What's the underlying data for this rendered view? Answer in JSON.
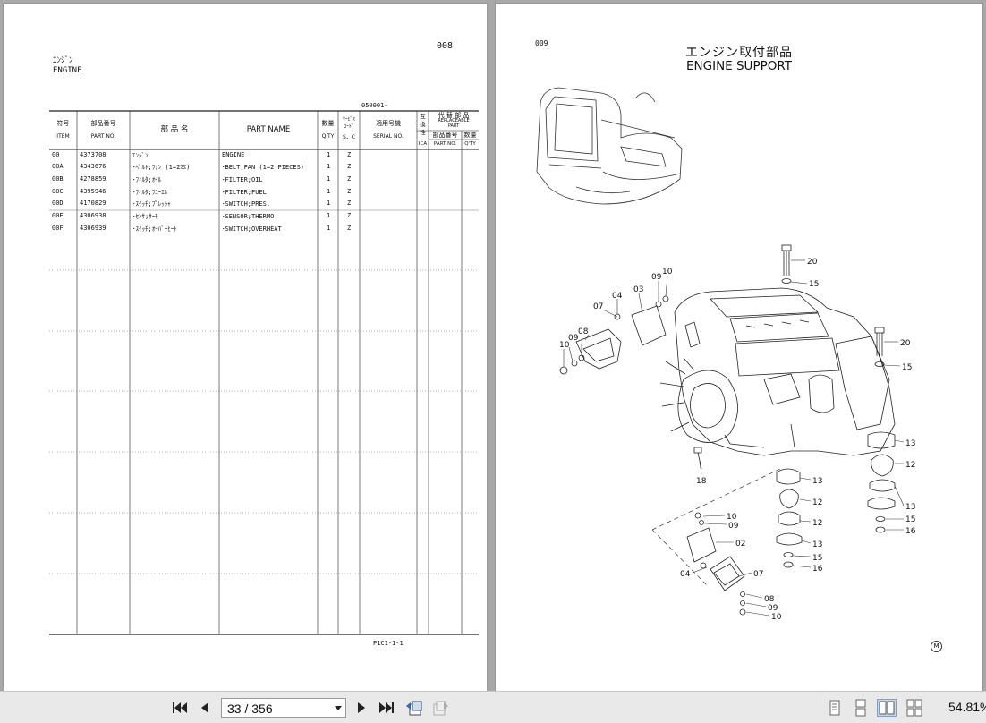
{
  "left_page": {
    "page_code": "008",
    "title_jp": "ｴﾝｼﾞﾝ",
    "title_en": "ENGINE",
    "serial_start": "050001-",
    "footer_code": "P1C1-1-1",
    "headers": {
      "item_jp": "符号",
      "item_en": "ITEM",
      "partno_jp": "部品番号",
      "partno_en": "PART NO.",
      "name_jp": "部 品 名",
      "name_en": "PART NAME",
      "qty_jp": "数量",
      "qty_en": "Q'TY",
      "sc_jp1": "ｻｰﾋﾞｽ",
      "sc_jp2": "ｺｰﾄﾞ",
      "sc_en": "S．C",
      "serial_jp": "適用号機",
      "serial_en": "SERIAL NO.",
      "ica_jp1": "互",
      "ica_jp2": "換",
      "ica_jp3": "性",
      "ica_en": "ICA",
      "repl_jp": "代 替 部 品",
      "repl_en1": "REPLACEABLE",
      "repl_en2": "PART",
      "repl_partno_jp": "部品番号",
      "repl_partno_en": "PART NO.",
      "repl_qty_jp": "数量",
      "repl_qty_en": "Q'TY"
    },
    "rows": [
      {
        "item": "00",
        "part_no": "4373708",
        "name_jp": "ｴﾝｼﾞﾝ",
        "name_en": "ENGINE",
        "qty": "1",
        "sc": "Z"
      },
      {
        "item": "00A",
        "part_no": "4343676",
        "name_jp": "･ﾍﾞﾙﾄ;ﾌｧﾝ (1=2本)",
        "name_en": "･BELT;FAN (1=2 PIECES)",
        "qty": "1",
        "sc": "Z"
      },
      {
        "item": "00B",
        "part_no": "4278859",
        "name_jp": "･ﾌｨﾙﾀ;ｵｲﾙ",
        "name_en": "･FILTER;OIL",
        "qty": "1",
        "sc": "Z"
      },
      {
        "item": "00C",
        "part_no": "4395946",
        "name_jp": "･ﾌｨﾙﾀ;ﾌﾕｰｴﾙ",
        "name_en": "･FILTER;FUEL",
        "qty": "1",
        "sc": "Z"
      },
      {
        "item": "00D",
        "part_no": "4170829",
        "name_jp": "･ｽｲｯﾁ;ﾌﾟﾚｯｼｬ",
        "name_en": "･SWITCH;PRES.",
        "qty": "1",
        "sc": "Z"
      },
      {
        "item": "00E",
        "part_no": "4306938",
        "name_jp": "･ｾﾝｻ;ｻｰﾓ",
        "name_en": "･SENSOR;THERMO",
        "qty": "1",
        "sc": "Z"
      },
      {
        "item": "00F",
        "part_no": "4306939",
        "name_jp": "･ｽｲｯﾁ;ｵｰﾊﾞｰﾋｰﾄ",
        "name_en": "･SWITCH;OVERHEAT",
        "qty": "1",
        "sc": "Z"
      }
    ]
  },
  "right_page": {
    "page_code": "009",
    "title_jp": "エンジン取付部品",
    "title_en": "ENGINE  SUPPORT",
    "corner_mark": "M",
    "callouts": [
      "20",
      "15",
      "20",
      "15",
      "13",
      "12",
      "13",
      "15",
      "16",
      "13",
      "12",
      "12",
      "13",
      "15",
      "16",
      "10",
      "09",
      "08",
      "07",
      "04",
      "03",
      "09",
      "10",
      "10",
      "09",
      "02",
      "04",
      "07",
      "08",
      "09",
      "10",
      "18"
    ]
  },
  "toolbar": {
    "page_indicator": "33 / 356",
    "zoom": "54.81%"
  }
}
